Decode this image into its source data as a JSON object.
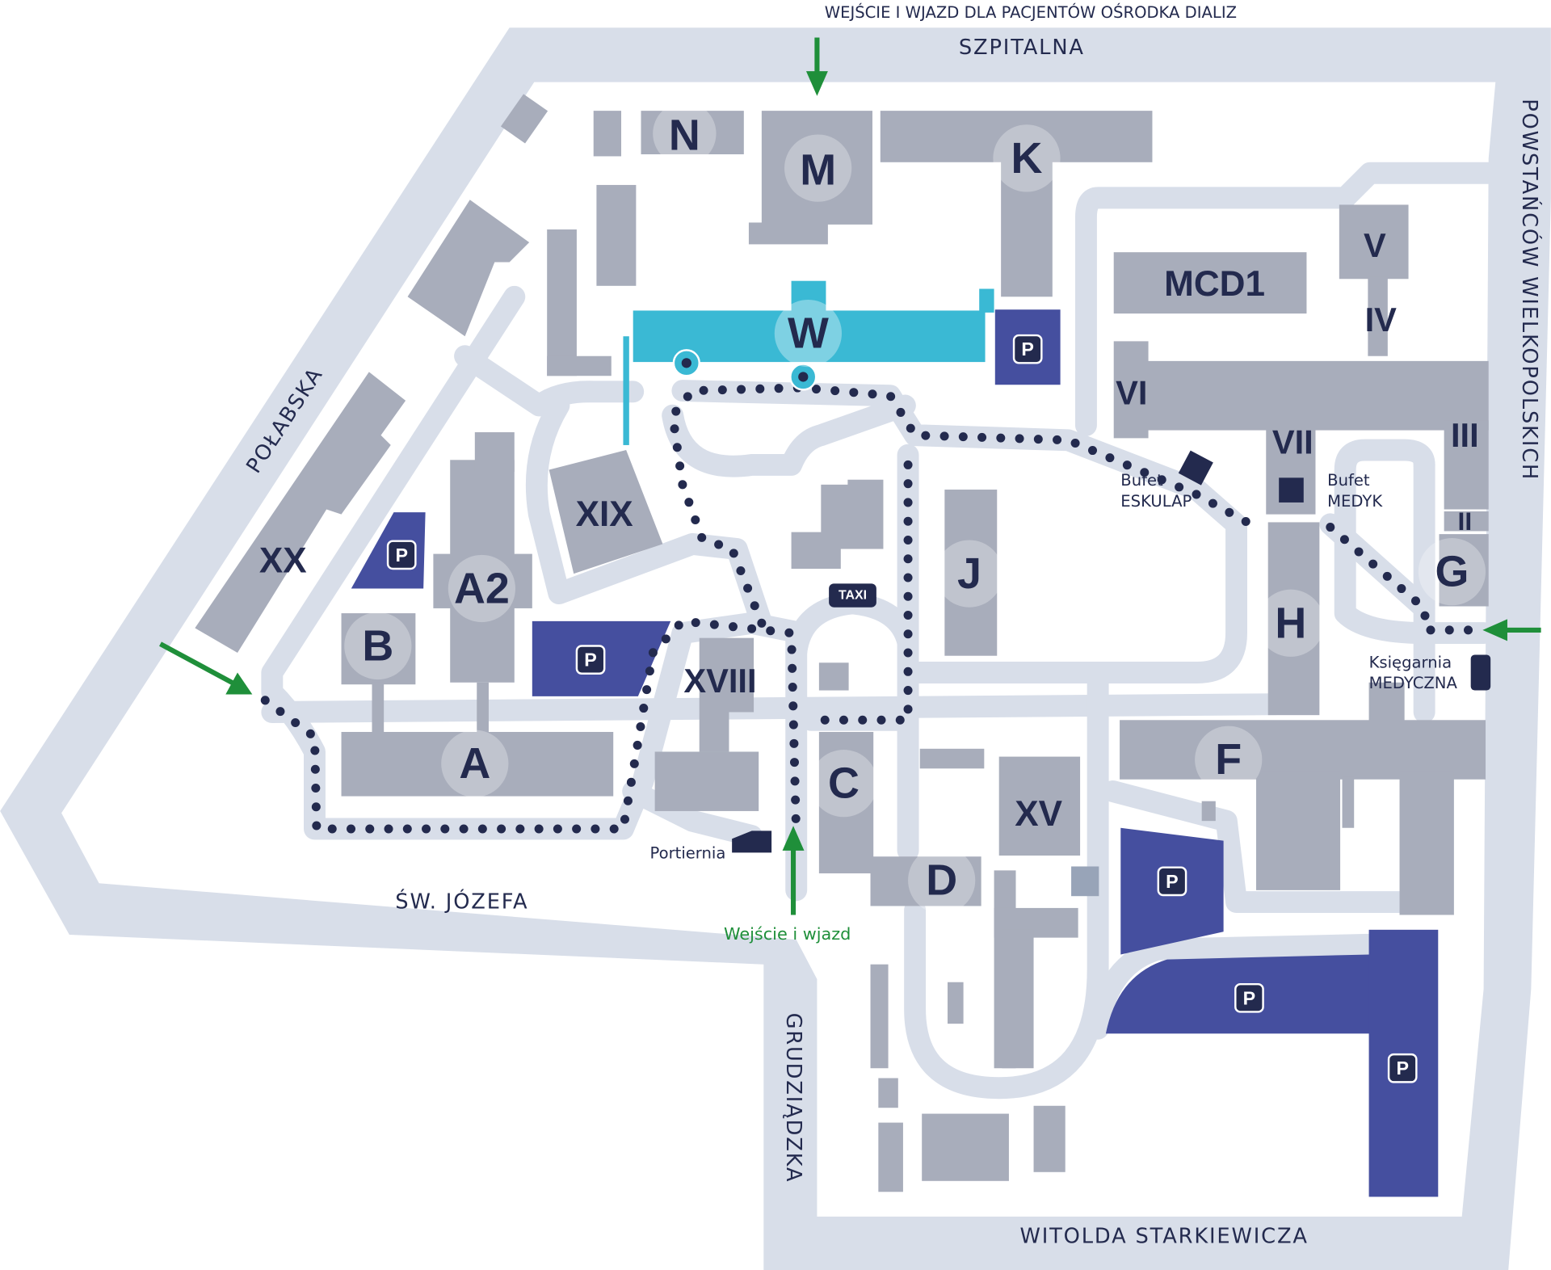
{
  "streets": {
    "szpitalna": "SZPITALNA",
    "powstancow": "POWSTAŃCÓW WIELKOPOLSKICH",
    "polabska": "POŁABSKA",
    "sw_jozefa": "ŚW. JÓZEFA",
    "grudziadzka": "GRUDZIĄDZKA",
    "starkiewicza": "WITOLDA STARKIEWICZA"
  },
  "notes": {
    "dialysis_entrance": "WEJŚCIE I WJAZD DLA PACJENTÓW OŚRODKA DIALIZ",
    "main_entrance": "Wejście i wjazd",
    "portiernia": "Portiernia",
    "bufet_eskulap": [
      "Bufet",
      "ESKULAP"
    ],
    "bufet_medyk": [
      "Bufet",
      "MEDYK"
    ],
    "ksiegarnia": [
      "Księgarnia",
      "MEDYCZNA"
    ],
    "taxi": "TAXI"
  },
  "parking_label": "P",
  "buildings": {
    "N": "N",
    "M": "M",
    "K": "K",
    "W": "W",
    "MCD1": "MCD1",
    "V": "V",
    "IV": "IV",
    "VI": "VI",
    "VII": "VII",
    "III": "III",
    "II": "II",
    "G": "G",
    "H": "H",
    "F": "F",
    "XX": "XX",
    "A2": "A2",
    "B": "B",
    "A": "A",
    "XIX": "XIX",
    "XVIII": "XVIII",
    "C": "C",
    "J": "J",
    "D": "D",
    "XV": "XV"
  },
  "colors": {
    "road": "#d8dee9",
    "building": "#a8adbb",
    "highlight": "#3ab9d4",
    "parking": "#454f9f",
    "path": "#232a4e",
    "entrance": "#1f8f3a"
  }
}
